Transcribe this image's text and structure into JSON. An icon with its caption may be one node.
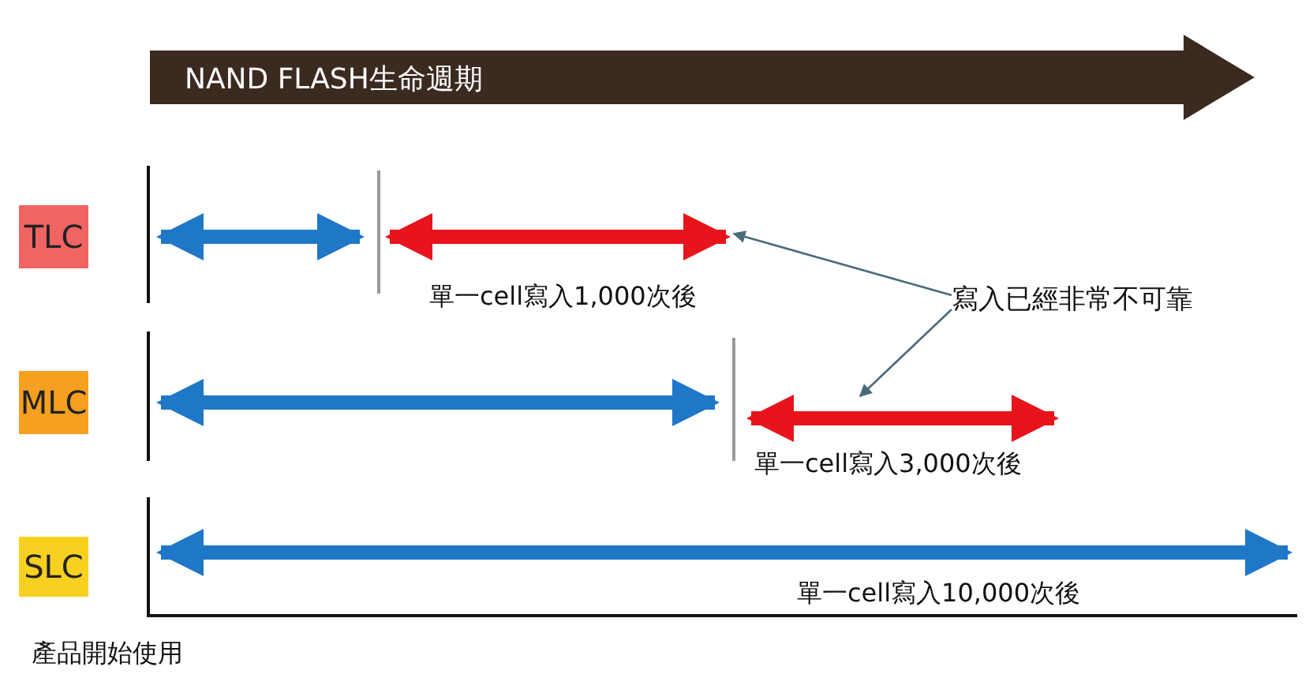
{
  "diagram": {
    "nodes": [
      {
        "text": [
          "NAND FLASH生命週期"
        ]
      },
      {
        "text": [
          "TLC"
        ]
      },
      {
        "text": [
          "MLC"
        ]
      },
      {
        "text": [
          "SLC"
        ]
      },
      {
        "text": [],
        "shape": "arrow"
      },
      {
        "text": [],
        "shape": "arrow"
      },
      {
        "text": [
          "寫入已經非常不可靠"
        ]
      }
    ],
    "edges": [
      {
        "from": 6,
        "to": 4,
        "arrow": "to"
      },
      {
        "from": 6,
        "to": 5,
        "arrow": "to"
      }
    ],
    "labels": [
      "單一cell寫入1,000次後",
      "單一cell寫入3,000次後",
      "單一cell寫入10,000次後",
      "產品開始使用"
    ]
  }
}
